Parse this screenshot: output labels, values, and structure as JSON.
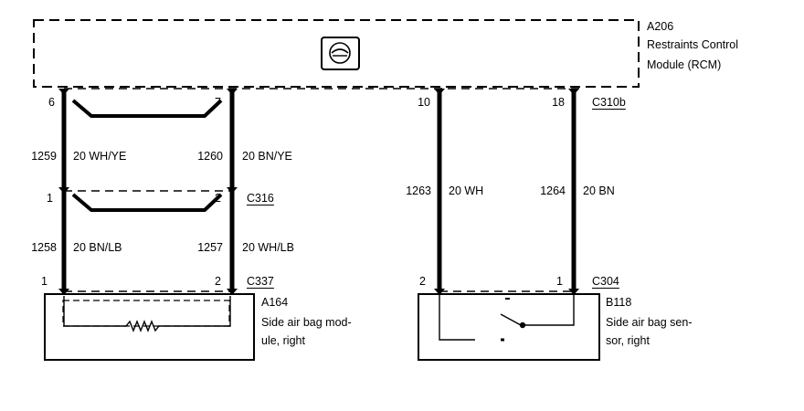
{
  "module": {
    "id": "A206",
    "name_line1": "Restraints Control",
    "name_line2": "Module (RCM)",
    "connector": "C310b",
    "icon": "airbag-module-symbol-icon"
  },
  "pins_top": {
    "p6": "6",
    "p7": "7",
    "p10": "10",
    "p18": "18"
  },
  "circuits": {
    "c1259": "1259",
    "c1259_color": "20 WH/YE",
    "c1260": "1260",
    "c1260_color": "20 BN/YE",
    "c1258": "1258",
    "c1258_color": "20 BN/LB",
    "c1257": "1257",
    "c1257_color": "20 WH/LB",
    "c1263": "1263",
    "c1263_color": "20 WH",
    "c1264": "1264",
    "c1264_color": "20 BN"
  },
  "connectors": {
    "c316": "C316",
    "c316_pin1": "1",
    "c316_pin2": "2",
    "c337": "C337",
    "c337_pin1": "1",
    "c337_pin2": "2",
    "c304": "C304",
    "c304_pin2": "2",
    "c304_pin1": "1"
  },
  "components": {
    "a164_id": "A164",
    "a164_desc_line1": "Side air bag mod-",
    "a164_desc_line2": "ule, right",
    "b118_id": "B118",
    "b118_desc_line1": "Side air bag sen-",
    "b118_desc_line2": "sor, right"
  }
}
